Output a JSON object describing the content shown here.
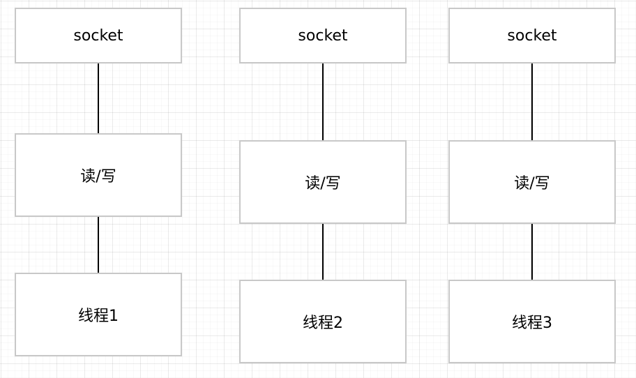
{
  "diagram": {
    "columns": [
      {
        "socket_label": "socket",
        "rw_label": "读/写",
        "thread_label": "线程1"
      },
      {
        "socket_label": "socket",
        "rw_label": "读/写",
        "thread_label": "线程2"
      },
      {
        "socket_label": "socket",
        "rw_label": "读/写",
        "thread_label": "线程3"
      }
    ]
  }
}
